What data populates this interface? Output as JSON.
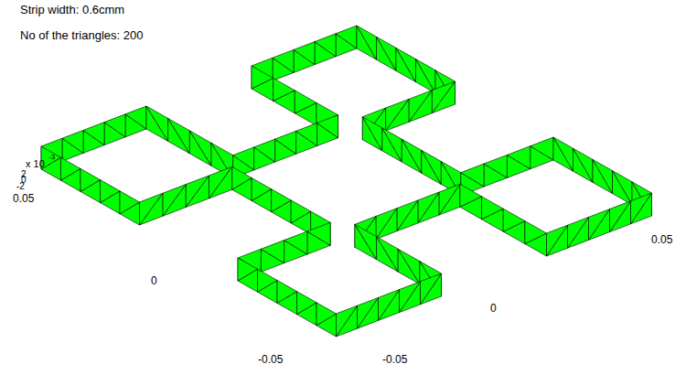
{
  "diagram": {
    "labels": [
      "Strip width: 0.6cmm",
      "No of the triangles: 200",
      "x 10",
      "-3",
      "2",
      "0",
      "-2",
      "0.05",
      "0",
      "-0.05",
      "-0.05",
      "0",
      "0.05"
    ]
  }
}
